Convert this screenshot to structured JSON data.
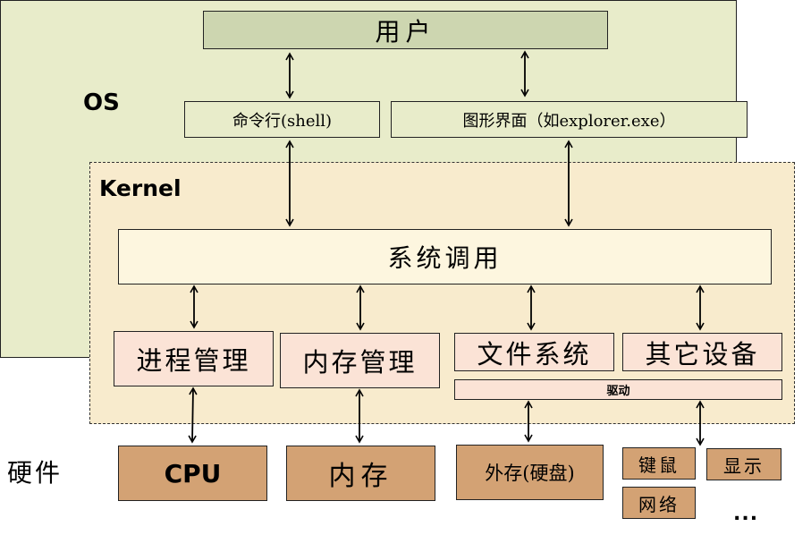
{
  "user": {
    "label": "用户"
  },
  "os": {
    "label": "OS",
    "shell": {
      "label": "命令行(shell)"
    },
    "gui": {
      "label": "图形界面（如explorer.exe）"
    },
    "kernel": {
      "label": "Kernel",
      "syscall": {
        "label": "系统调用"
      },
      "modules": [
        {
          "label": "进程管理"
        },
        {
          "label": "内存管理"
        },
        {
          "label": "文件系统"
        },
        {
          "label": "其它设备"
        }
      ],
      "driver": {
        "label": "驱动"
      }
    }
  },
  "hardware": {
    "label": "硬件",
    "items": [
      {
        "label": "CPU"
      },
      {
        "label": "内存"
      },
      {
        "label": "外存(硬盘)"
      },
      {
        "label": "键鼠"
      },
      {
        "label": "显示"
      },
      {
        "label": "网络"
      }
    ],
    "more": "..."
  },
  "colors": {
    "user_fill": "#cdd6b0",
    "os_fill": "#e8ecca",
    "kernel_fill": "#f8ebcd",
    "syscall_fill": "#fdf6df",
    "module_fill": "#fbe3d6",
    "hardware_fill": "#d3a274"
  }
}
